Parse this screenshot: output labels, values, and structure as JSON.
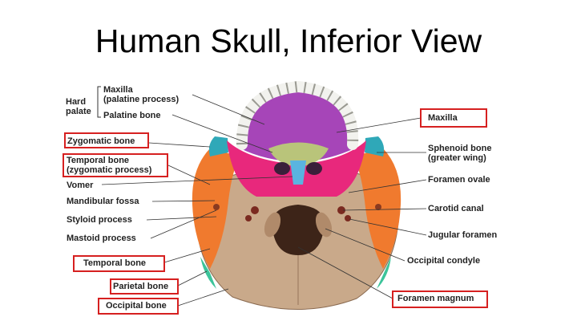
{
  "slide": {
    "title": "Human Skull, Inferior View"
  },
  "labels": {
    "hard_palate": [
      "Hard",
      "palate"
    ],
    "maxilla_palatine": [
      "Maxilla",
      "(palatine process)"
    ],
    "palatine_bone": "Palatine bone",
    "zygomatic_bone": "Zygomatic bone",
    "temporal_zygomatic": [
      "Temporal bone",
      "(zygomatic process)"
    ],
    "vomer": "Vomer",
    "mandibular_fossa": "Mandibular fossa",
    "styloid_process": "Styloid process",
    "mastoid_process": "Mastoid process",
    "temporal_bone": "Temporal bone",
    "parietal_bone": "Parietal bone",
    "occipital_bone": "Occipital bone",
    "maxilla": "Maxilla",
    "sphenoid": [
      "Sphenoid bone",
      "(greater wing)"
    ],
    "foramen_ovale": "Foramen ovale",
    "carotid_canal": "Carotid canal",
    "jugular_foramen": "Jugular foramen",
    "occipital_condyle": "Occipital condyle",
    "foramen_magnum": "Foramen magnum"
  },
  "colors": {
    "highlight_box": "#d62020",
    "occipital": "#c9a98a",
    "temporal": "#f07a2e",
    "sphenoid": "#e8287c",
    "maxilla": "#a645b8",
    "palatine": "#b9c47a",
    "vomer": "#5ab4e0",
    "zygomatic": "#2fa8b8",
    "parietal": "#3cc49a"
  }
}
